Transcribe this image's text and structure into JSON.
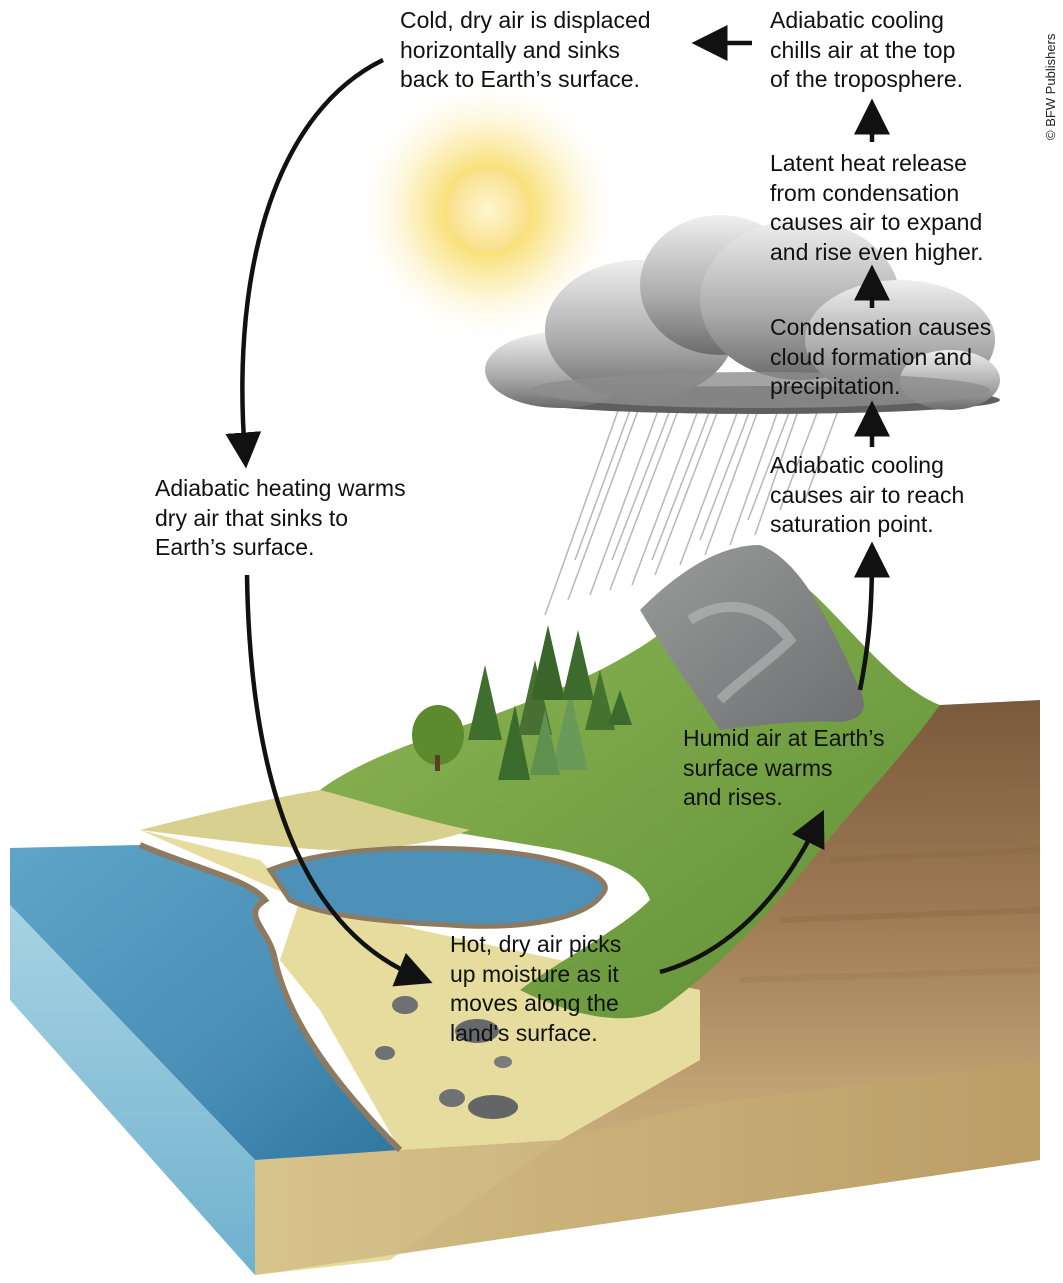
{
  "labels": {
    "cold_dry_air": "Cold, dry air is displaced\nhorizontally and sinks\nback to Earth’s surface.",
    "adiabatic_cooling_top": "Adiabatic cooling\nchills air at the top\nof the troposphere.",
    "latent_heat": "Latent heat release\nfrom condensation\ncauses air to expand\nand rise even higher.",
    "condensation": "Condensation causes\ncloud formation and\nprecipitation.",
    "adiabatic_cooling_saturation": "Adiabatic cooling\ncauses air to reach\nsaturation point.",
    "adiabatic_heating": "Adiabatic heating warms\ndry air that sinks to\nEarth’s surface.",
    "humid_air": "Humid air at Earth’s\nsurface warms\nand rises.",
    "hot_dry_air": "Hot, dry air picks\nup moisture as it\nmoves along the\nland's surface."
  },
  "credit": "© BFW Publishers",
  "colors": {
    "water": "#4f93b8",
    "sand": "#e6dea0",
    "grass": "#7eaa45",
    "soil": "#c9b382",
    "rock": "#8b8c8c",
    "cloud": "#8a8a8a",
    "sun": "#f3d14a",
    "arrow": "#111111"
  }
}
